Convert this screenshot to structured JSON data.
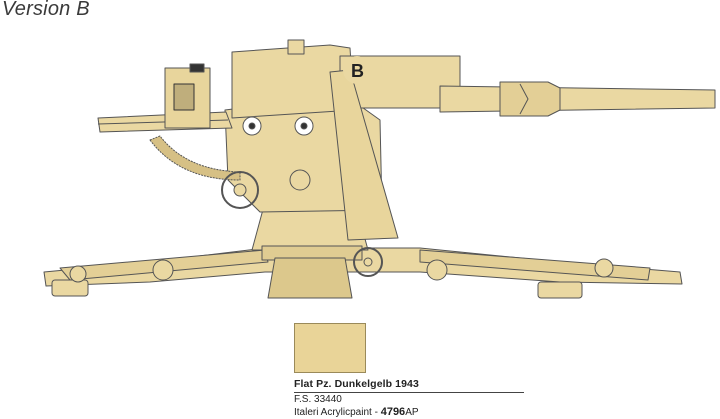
{
  "title": "Version B",
  "illustration": {
    "marking_letter": "B",
    "colors": {
      "base": "#ead8a2",
      "outline": "#555555",
      "shadow": "#c9b37a",
      "dark": "#3c3c3c"
    }
  },
  "paint": {
    "name": "Flat Pz. Dunkelgelb 1943",
    "fs_code": "F.S. 33440",
    "brand": "Italeri Acrylicpaint - ",
    "code": "4796",
    "code_suffix": "AP",
    "swatch_color": "#e9d498"
  }
}
